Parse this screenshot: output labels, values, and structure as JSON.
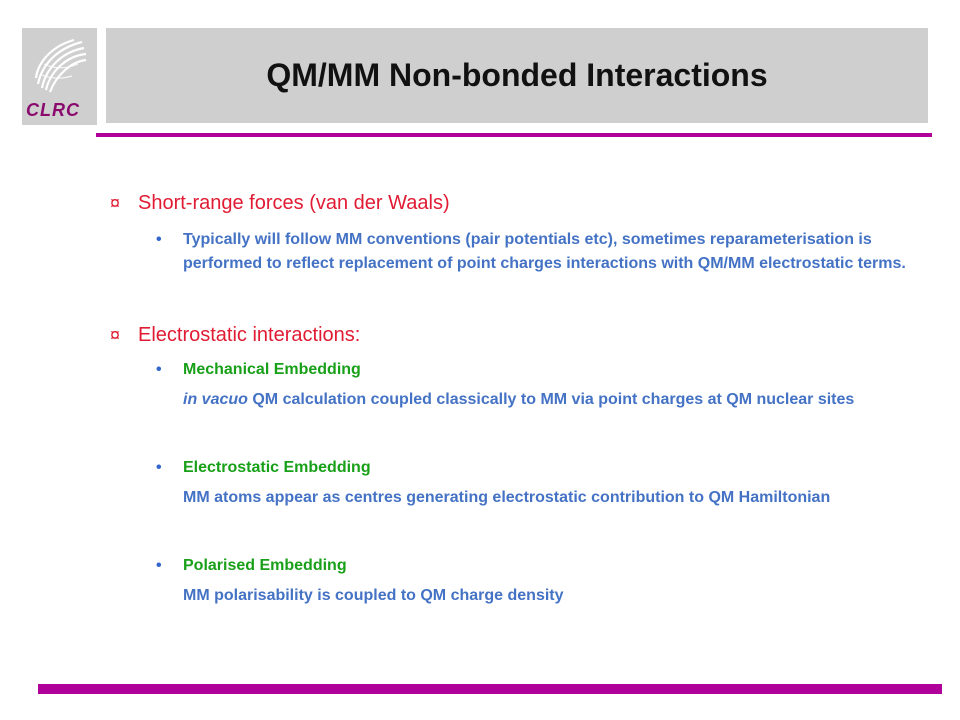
{
  "logo": {
    "text": "CLRC",
    "icon": "globe-swirl-icon",
    "brand_color": "#8b0a6d"
  },
  "title": "QM/MM Non-bonded Interactions",
  "accent_color": "#b0009a",
  "sections": [
    {
      "marker": "¤",
      "heading": "Short-range forces (van der Waals)",
      "points": [
        {
          "text": "Typically will follow MM conventions (pair potentials etc), sometimes reparameterisation is performed to reflect replacement of point charges interactions with QM/MM electrostatic terms."
        }
      ]
    },
    {
      "marker": "¤",
      "heading": "Electrostatic interactions:",
      "points": [
        {
          "label": "Mechanical Embedding",
          "desc_italic": "in vacuo",
          "desc": " QM calculation coupled classically to MM via point charges at QM nuclear sites"
        },
        {
          "label": "Electrostatic Embedding",
          "desc": "MM atoms appear as centres generating electrostatic contribution to QM Hamiltonian"
        },
        {
          "label": "Polarised Embedding",
          "desc": "MM polarisability is coupled to QM charge density"
        }
      ]
    }
  ]
}
